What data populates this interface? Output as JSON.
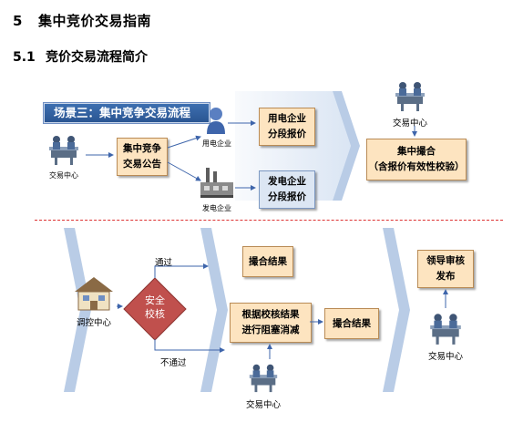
{
  "heading": {
    "number": "5",
    "title": "集中竞价交易指南"
  },
  "subheading": {
    "number": "5.1",
    "title": "竞价交易流程简介"
  },
  "scene": {
    "title": "场景三：集中竞争交易流程",
    "exchange_label": "交易中心",
    "announce_box": [
      "集中竞争",
      "交易公告"
    ],
    "consumer_label": "用电企业",
    "consumer_box": [
      "用电企业",
      "分段报价"
    ],
    "generator_label": "发电企业",
    "generator_box": [
      "发电企业",
      "分段报价"
    ],
    "exchange_right_label": "交易中心",
    "match_box": [
      "集中撮合",
      "（含报价有效性校验）"
    ]
  },
  "lower": {
    "dispatch_label": "调控中心",
    "check_diamond": [
      "安全",
      "校核"
    ],
    "pass_label": "通过",
    "fail_label": "不通过",
    "match_result_box": "撮合结果",
    "reduce_box": [
      "根据校核结果",
      "进行阻塞消减"
    ],
    "match_result_box2": "撮合结果",
    "exchange_bottom_label": "交易中心",
    "approve_box": [
      "领导审核",
      "发布"
    ],
    "exchange_right_label": "交易中心"
  },
  "colors": {
    "box_fill": "#fde4c0",
    "box_blue": "#dce6f3",
    "diamond": "#c0504d",
    "title_bar": "#2f5d9e",
    "divider": "#dd3333"
  }
}
